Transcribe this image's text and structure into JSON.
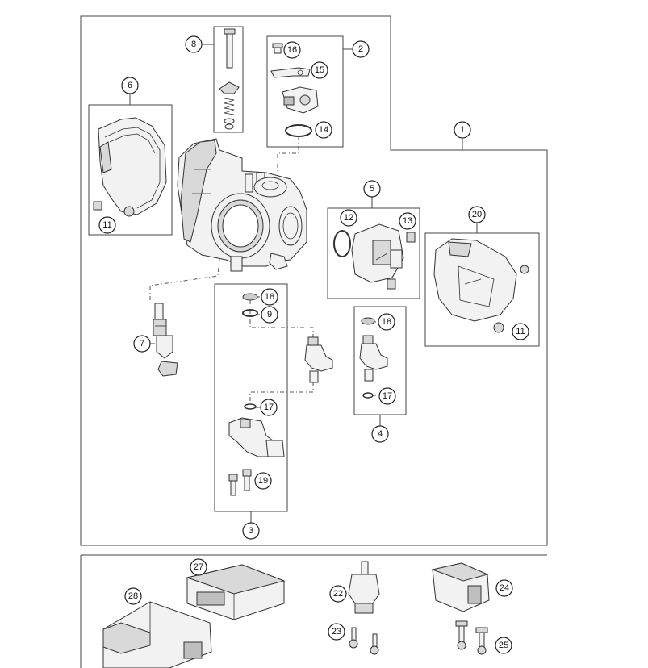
{
  "diagram_title": "Throttle body exploded parts diagram",
  "callouts": [
    {
      "id": "1",
      "label": "1"
    },
    {
      "id": "2",
      "label": "2"
    },
    {
      "id": "3",
      "label": "3"
    },
    {
      "id": "4",
      "label": "4"
    },
    {
      "id": "5",
      "label": "5"
    },
    {
      "id": "6",
      "label": "6"
    },
    {
      "id": "7",
      "label": "7"
    },
    {
      "id": "8",
      "label": "8"
    },
    {
      "id": "9",
      "label": "9"
    },
    {
      "id": "11a",
      "label": "11"
    },
    {
      "id": "11b",
      "label": "11"
    },
    {
      "id": "12",
      "label": "12"
    },
    {
      "id": "13",
      "label": "13"
    },
    {
      "id": "14",
      "label": "14"
    },
    {
      "id": "15",
      "label": "15"
    },
    {
      "id": "16",
      "label": "16"
    },
    {
      "id": "17a",
      "label": "17"
    },
    {
      "id": "17b",
      "label": "17"
    },
    {
      "id": "18a",
      "label": "18"
    },
    {
      "id": "18b",
      "label": "18"
    },
    {
      "id": "19",
      "label": "19"
    },
    {
      "id": "20",
      "label": "20"
    },
    {
      "id": "22",
      "label": "22"
    },
    {
      "id": "23",
      "label": "23"
    },
    {
      "id": "24",
      "label": "24"
    },
    {
      "id": "25",
      "label": "25"
    },
    {
      "id": "27",
      "label": "27"
    },
    {
      "id": "28",
      "label": "28"
    }
  ]
}
